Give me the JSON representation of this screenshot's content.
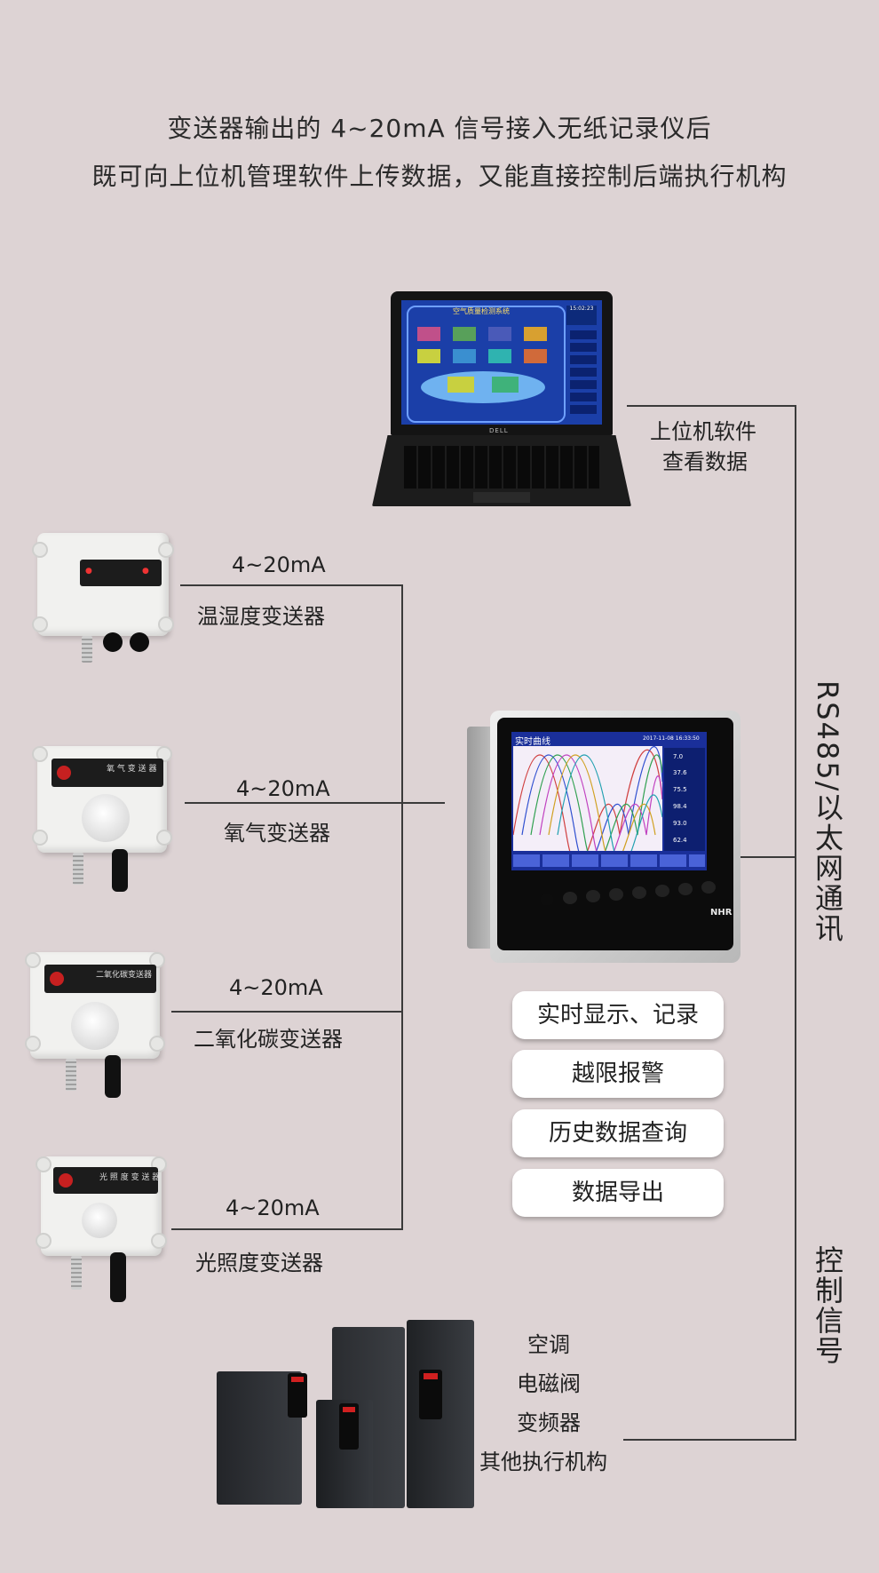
{
  "header": {
    "line1": "变送器输出的 4~20mA 信号接入无纸记录仪后",
    "line2": "既可向上位机管理软件上传数据，又能直接控制后端执行机构"
  },
  "laptop": {
    "screen_title": "空气质量检测系统",
    "brand": "DELL",
    "clock": "15:02:23",
    "label_line1": "上位机软件",
    "label_line2": "查看数据"
  },
  "sensors": [
    {
      "signal": "4~20mA",
      "name": "温湿度变送器",
      "plate_text": ""
    },
    {
      "signal": "4~20mA",
      "name": "氧气变送器",
      "plate_text": "氧 气 变 送 器"
    },
    {
      "signal": "4~20mA",
      "name": "二氧化碳变送器",
      "plate_text": "二氧化碳变送器"
    },
    {
      "signal": "4~20mA",
      "name": "光照度变送器",
      "plate_text": "光 照 度 变 送 器"
    }
  ],
  "recorder": {
    "screen_title": "实时曲线",
    "timestamp": "2017-11-08 16:33:50",
    "readings": [
      "7.0",
      "37.6",
      "75.5",
      "98.4",
      "93.0",
      "62.4"
    ],
    "brand": "NHR"
  },
  "right_bus": {
    "label": "RS485/以太网通讯"
  },
  "control": {
    "label": "控制信号"
  },
  "features": [
    "实时显示、记录",
    "越限报警",
    "历史数据查询",
    "数据导出"
  ],
  "actuators": [
    "空调",
    "电磁阀",
    "变频器",
    "其他执行机构"
  ],
  "colors": {
    "background": "#ddd3d4",
    "line": "#3a3a3a",
    "recorder_screen": "#1a2f9a",
    "laptop_screen": "#1b3fa8"
  }
}
